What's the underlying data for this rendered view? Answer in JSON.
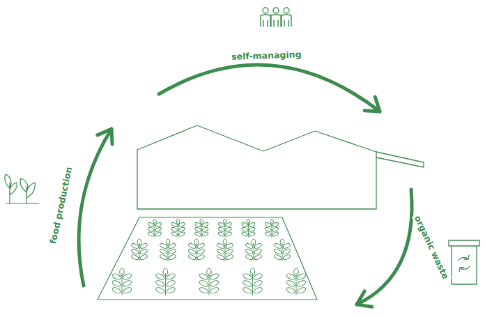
{
  "diagram": {
    "labels": [
      "self-managing",
      "food production",
      "organic waste"
    ]
  }
}
